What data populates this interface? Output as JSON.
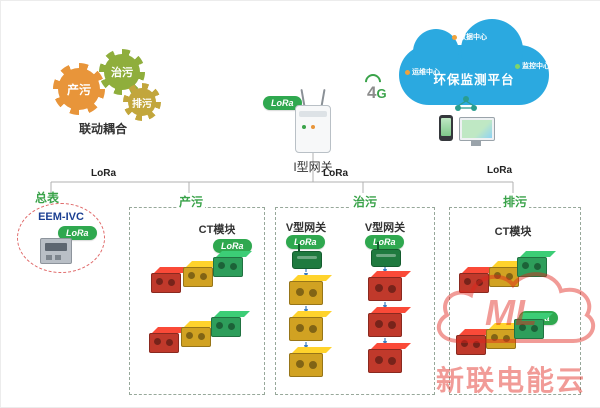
{
  "colors": {
    "lora_green": "#2fa84f",
    "cloud_blue": "#2ba9e0",
    "module_red": "#c0392b",
    "module_yellow": "#d1a222",
    "module_green": "#2e9e5b",
    "zone_label_green": "#3aa34a",
    "watermark_red": "#e2231a"
  },
  "gears": {
    "caption": "联动耦合",
    "produce": "产污",
    "treat": "治污",
    "discharge": "排污"
  },
  "gateway": {
    "label": "I型网关",
    "lora": "LoRa",
    "net_4": "4",
    "net_g": "G"
  },
  "cloud": {
    "title": "环保监测平台",
    "node_top": "数据中心",
    "node_left": "运维中心",
    "node_right": "监控中心"
  },
  "bus": {
    "lora_left": "LoRa",
    "lora_mid": "LoRa",
    "lora_right": "LoRa"
  },
  "meter": {
    "title": "总表",
    "model": "EEM-IVC",
    "lora": "LoRa"
  },
  "zone_produce": {
    "title": "产污",
    "module": "CT模块",
    "lora": "LoRa"
  },
  "zone_treat": {
    "title": "治污",
    "gw_left": "V型网关",
    "gw_left_lora": "LoRa",
    "gw_right": "V型网关",
    "gw_right_lora": "LoRa"
  },
  "zone_discharge": {
    "title": "排污",
    "module": "CT模块",
    "lora": "LoRa"
  },
  "watermark": {
    "logo": "ML",
    "text": "新联电能云"
  }
}
